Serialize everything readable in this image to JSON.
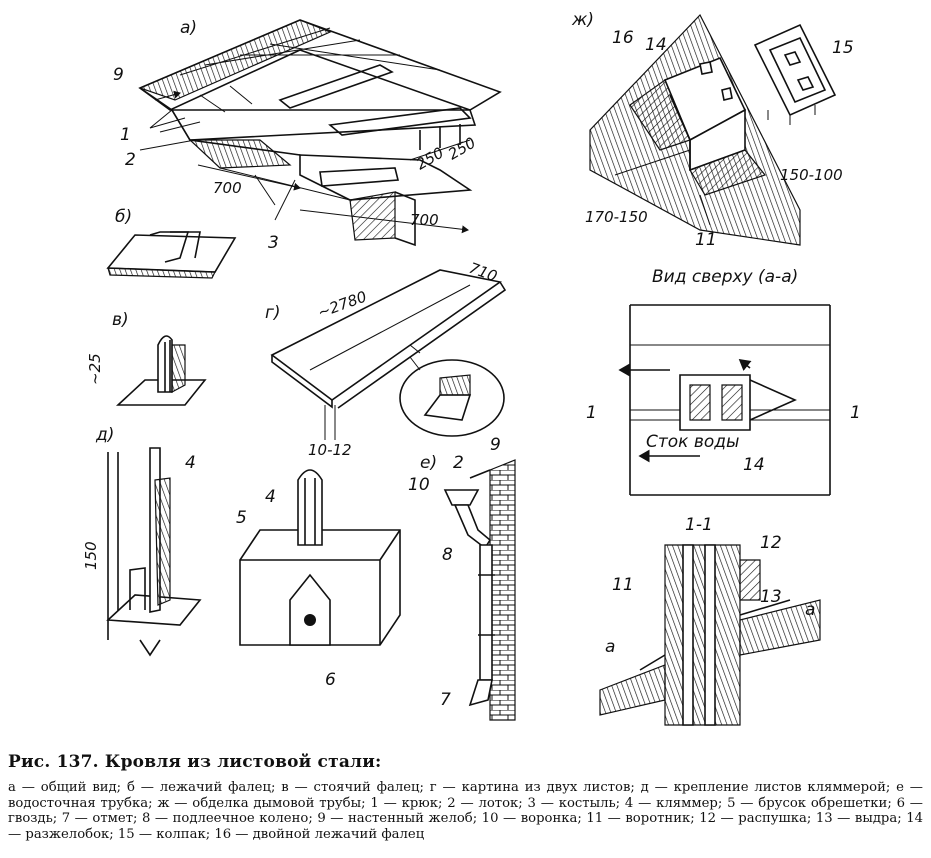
{
  "figure": {
    "panels": {
      "a": "а)",
      "b": "б)",
      "v": "в)",
      "g": "г)",
      "d": "д)",
      "e": "е)",
      "zh": "ж)"
    },
    "dimensions": {
      "a_700_left": "700",
      "a_700_right": "700",
      "a_250_1": "250",
      "a_250_2": "250",
      "v_25": "~25",
      "g_2780": "~2780",
      "g_710": "710",
      "g_10_12": "10-12",
      "d_150": "150",
      "zh_170_150": "170-150",
      "zh_150_100": "150-100"
    },
    "numbers": {
      "n1": "1",
      "n2": "2",
      "n3": "3",
      "n4": "4",
      "n5": "5",
      "n6": "6",
      "n7": "7",
      "n8": "8",
      "n9": "9",
      "n10": "10",
      "n11": "11",
      "n12": "12",
      "n13": "13",
      "n14": "14",
      "n15": "15",
      "n16": "16"
    },
    "plan_view": {
      "title": "Вид сверху (а-а)",
      "drain_label": "Сток воды",
      "section_mark": "1",
      "section_title": "1-1",
      "cut_mark": "а"
    }
  },
  "caption": {
    "title": "Рис. 137. Кровля из листовой стали:",
    "body": "а — общий вид; б — лежачий фалец; в — стоячий фалец; г — картина из двух листов; д — крепление листов кляммерой; е — водосточная трубка; ж — обделка дымовой трубы; 1 — крюк; 2 — лоток; 3 — костыль; 4 — кляммер; 5 — брусок обрешетки; 6 — гвоздь; 7 — отмет; 8 — подлеечное колено; 9 — настенный желоб; 10 — воронка; 11 — воротник; 12 — распушка; 13 — выдра; 14 — разжелобок; 15 — колпак; 16 — двойной лежачий фалец"
  }
}
